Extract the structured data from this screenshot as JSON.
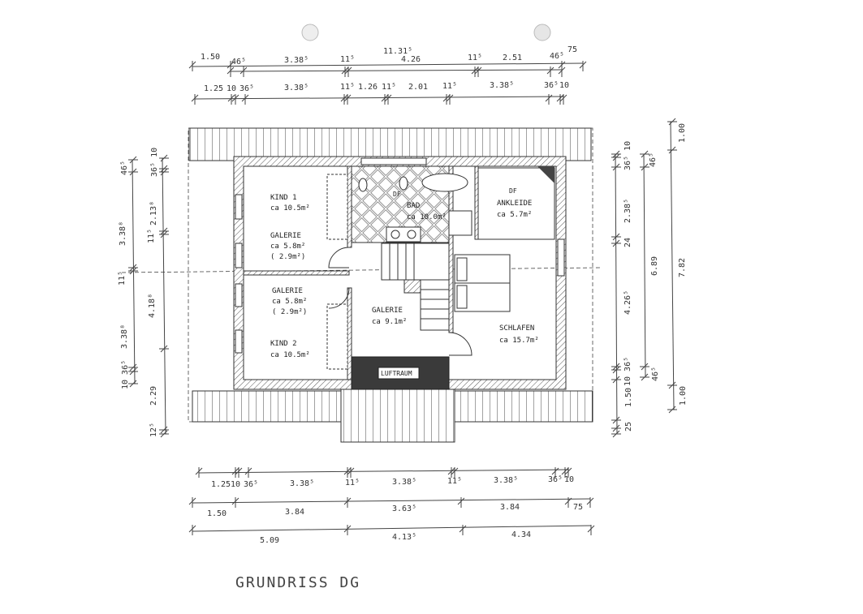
{
  "drawing": {
    "title": "GRUNDRISS DG",
    "accent_wall_color": "#333333",
    "luftraum_color": "#3a3a3a"
  },
  "rooms": {
    "kind1": {
      "name": "KIND 1",
      "area": "ca 10.5m²"
    },
    "galerie_a": {
      "name": "GALERIE",
      "area": "ca 5.8m²",
      "sub": "( 2.9m²)"
    },
    "galerie_b": {
      "name": "GALERIE",
      "area": "ca 5.8m²",
      "sub": "( 2.9m²)"
    },
    "kind2": {
      "name": "KIND 2",
      "area": "ca 10.5m²"
    },
    "bad": {
      "name": "BAD",
      "area": "ca 10.0m²"
    },
    "ankleide": {
      "name": "ANKLEIDE",
      "area": "ca 5.7m²"
    },
    "galerie_c": {
      "name": "GALERIE",
      "area": "ca 9.1m²"
    },
    "schlafen": {
      "name": "SCHLAFEN",
      "area": "ca 15.7m²"
    },
    "luftraum": {
      "name": "LUFTRAUM"
    },
    "df1": "DF",
    "df2": "DF"
  },
  "dims_top": {
    "row1": [
      "1.50",
      "11.31⁵",
      "75"
    ],
    "row2": [
      "46⁵",
      "3.38⁵",
      "11⁵",
      "4.26",
      "11⁵",
      "2.51",
      "46⁵"
    ],
    "row3": [
      "1.25",
      "10",
      "36⁵",
      "3.38⁵",
      "11⁵",
      "1.26",
      "11⁵",
      "2.01",
      "11⁵",
      "3.38⁵",
      "36⁵",
      "10"
    ]
  },
  "dims_bottom": {
    "row1": [
      "1.25",
      "10",
      "36⁵",
      "3.38⁵",
      "11⁵",
      "3.38⁵",
      "11⁵",
      "3.38⁵",
      "36⁵",
      "10"
    ],
    "row2": [
      "1.50",
      "3.84",
      "3.63⁵",
      "3.84",
      "75"
    ],
    "row3": [
      "5.09",
      "4.13⁵",
      "4.34"
    ]
  },
  "dims_left": {
    "outer": [
      "46⁵",
      "3.38⁸",
      "11⁵",
      "3.38⁸",
      "10 36⁵"
    ],
    "inner": [
      "36⁵ 10",
      "2.13⁸",
      "11⁵",
      "4.18⁸",
      "2.29",
      "12⁵"
    ]
  },
  "dims_right": {
    "inner": [
      "36⁵ 10",
      "2.38⁵",
      "24",
      "4.26⁵",
      "10 36⁵",
      "1.50",
      "25"
    ],
    "middle": [
      "46⁵",
      "6.89",
      "46⁵"
    ],
    "outer": [
      "1.00",
      "7.82",
      "1.00"
    ]
  }
}
